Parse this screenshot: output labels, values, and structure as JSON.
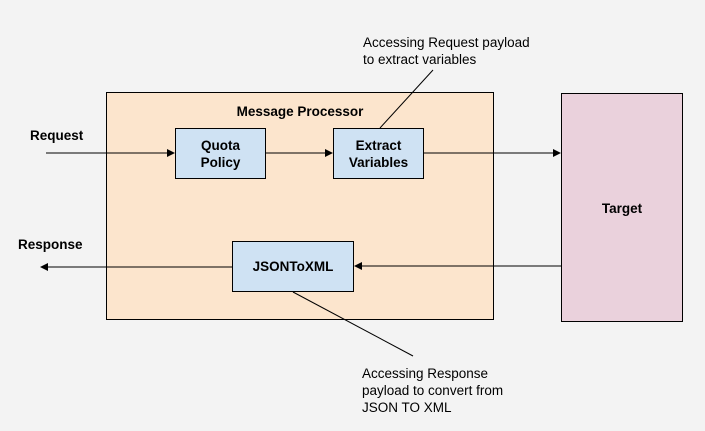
{
  "diagram": {
    "message_processor": {
      "title": "Message Processor"
    },
    "nodes": {
      "quota_policy": [
        "Quota",
        "Policy"
      ],
      "extract_variables": [
        "Extract",
        "Variables"
      ],
      "json_to_xml": [
        "JSONToXML"
      ]
    },
    "target": {
      "label": "Target"
    },
    "flow_labels": {
      "request": "Request",
      "response": "Response"
    },
    "annotations": {
      "request_note": [
        "Accessing Request payload",
        "to extract variables"
      ],
      "response_note": [
        "Accessing Response",
        "payload to convert from",
        "JSON TO XML"
      ]
    },
    "colors": {
      "background": "#f3f3f3",
      "message_processor_fill": "#fce5cd",
      "node_fill": "#cfe2f3",
      "target_fill": "#ead1dc",
      "stroke": "#000000"
    }
  }
}
